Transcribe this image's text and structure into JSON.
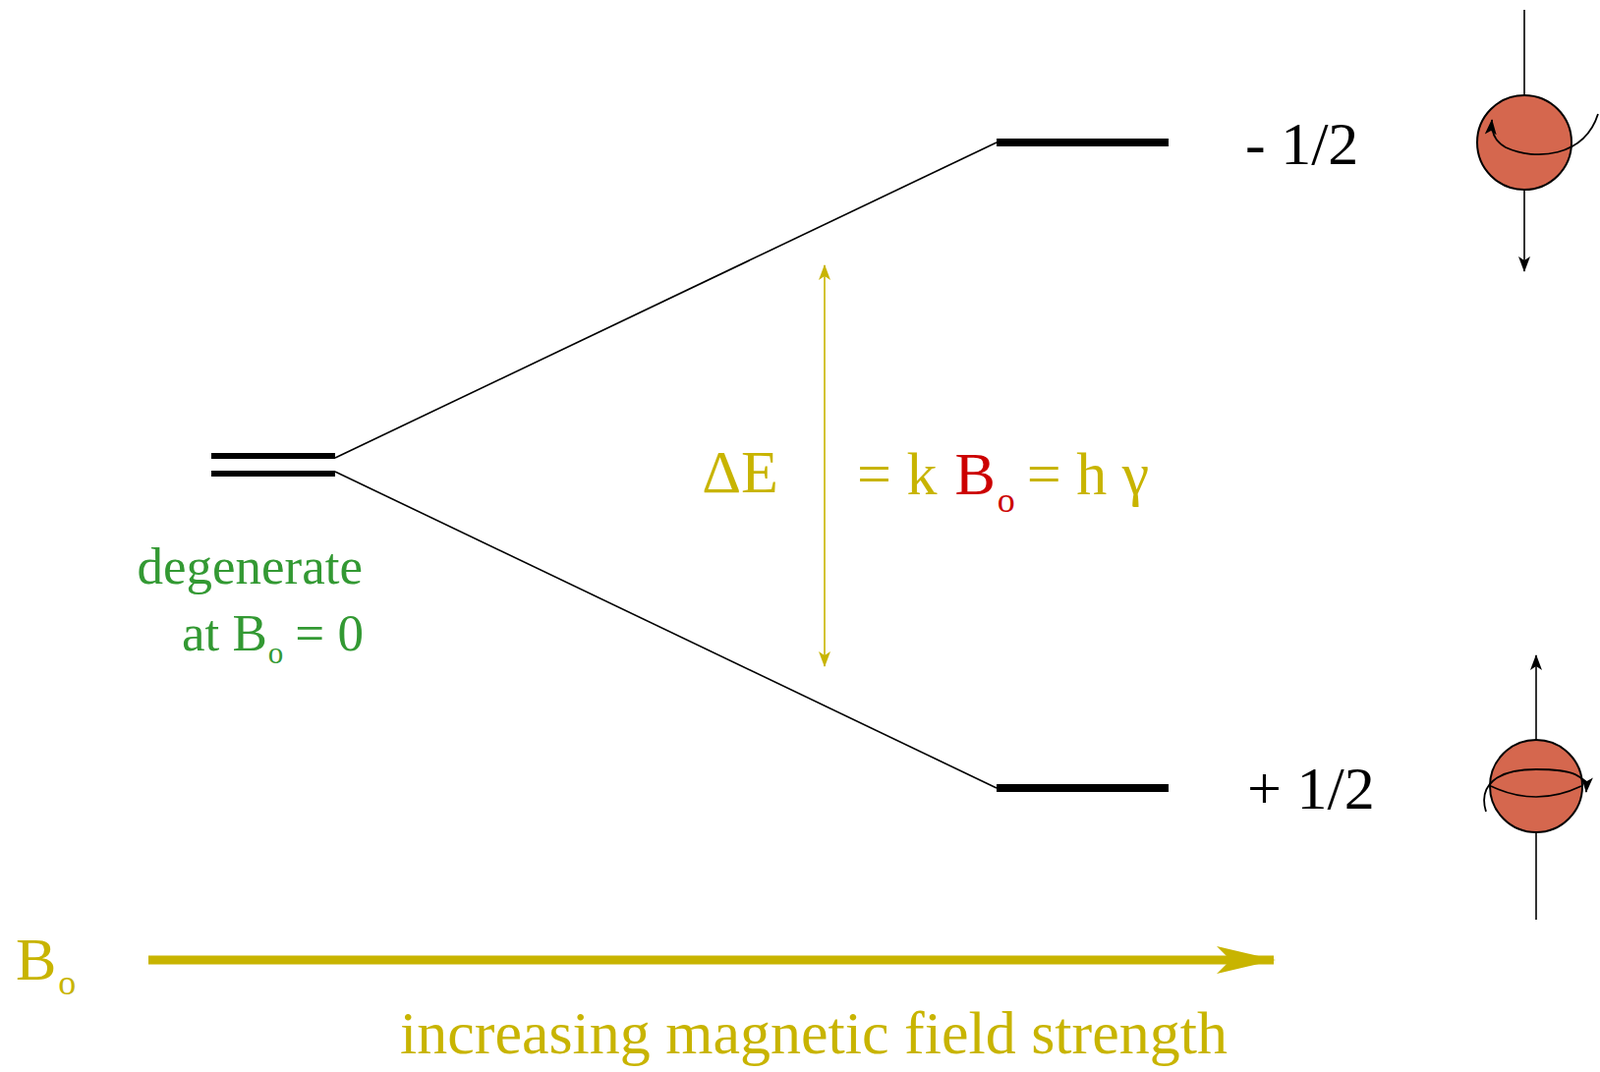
{
  "diagram": {
    "labels": [
      "- 1/2",
      "+ 1/2",
      "ΔE",
      "= k",
      "B",
      "o",
      "= h γ",
      "degenerate",
      "at B",
      "o",
      "= 0",
      "B",
      "o",
      "increasing magnetic field strength"
    ]
  }
}
